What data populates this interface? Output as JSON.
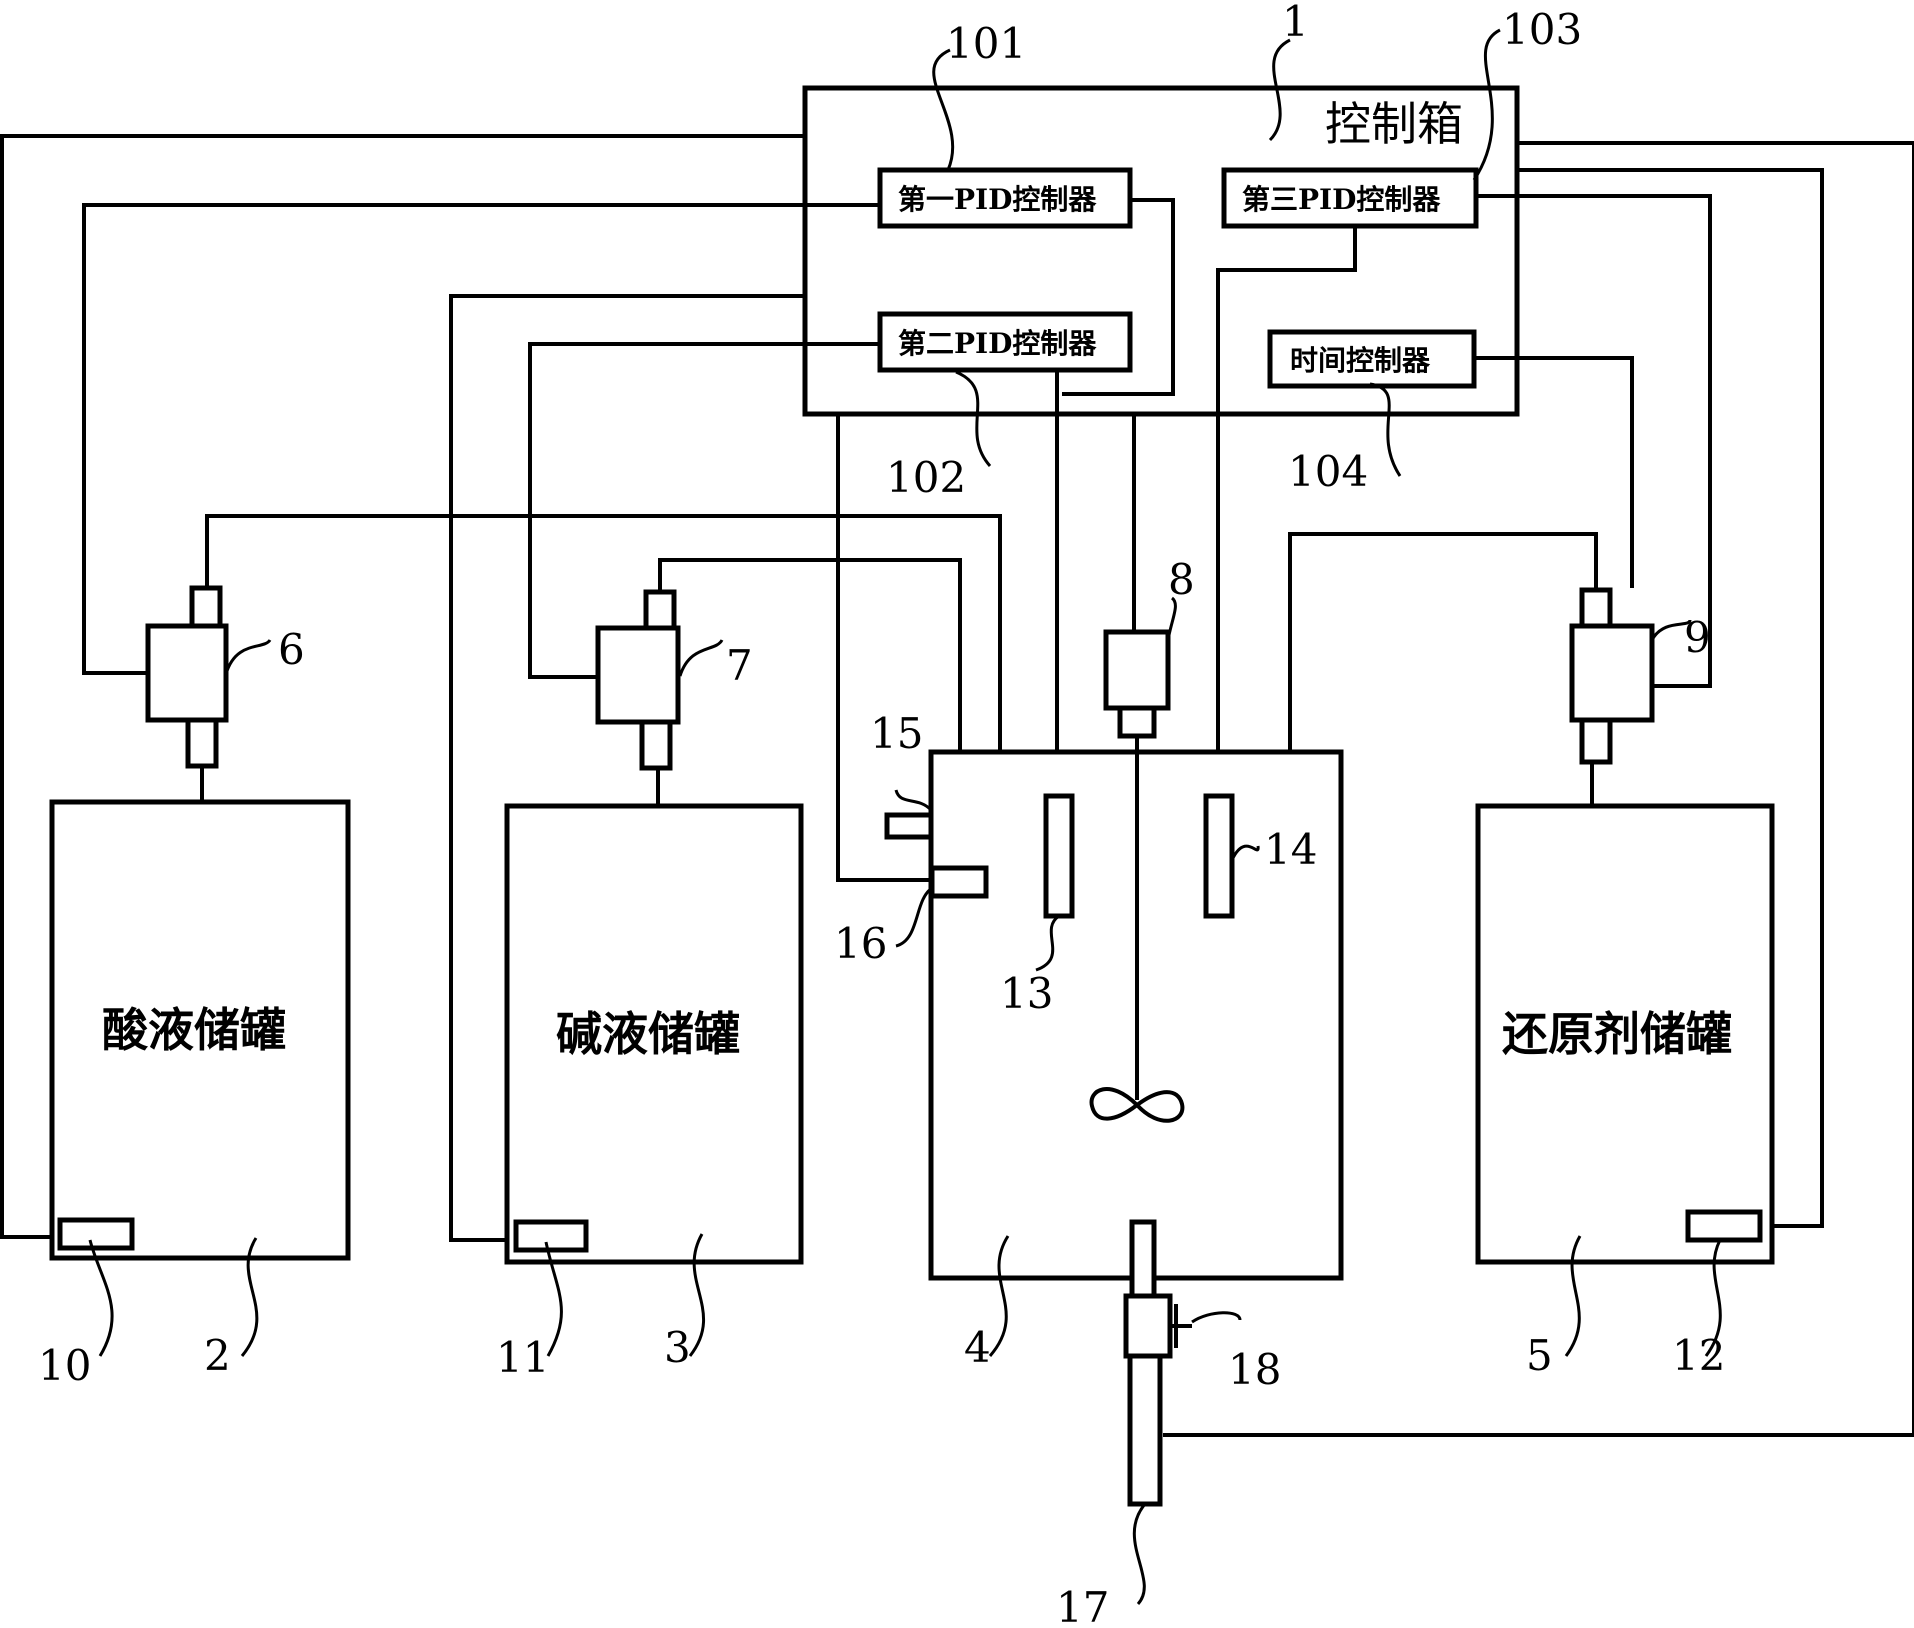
{
  "control_box": {
    "title": "控制箱",
    "ref": "1",
    "controllers": [
      {
        "label": "第一PID控制器",
        "ref": "101"
      },
      {
        "label": "第二PID控制器",
        "ref": "102"
      },
      {
        "label": "第三PID控制器",
        "ref": "103"
      },
      {
        "label": "时间控制器",
        "ref": "104"
      }
    ]
  },
  "tanks": [
    {
      "label": "酸液储罐",
      "ref": "2",
      "sensor_ref": "10"
    },
    {
      "label": "碱液储罐",
      "ref": "3",
      "sensor_ref": "11"
    },
    {
      "label": "还原剂储罐",
      "ref": "5",
      "sensor_ref": "12"
    }
  ],
  "reactor": {
    "ref": "4"
  },
  "pumps": [
    "6",
    "7",
    "9"
  ],
  "motor_ref": "8",
  "probe_refs": [
    "13",
    "14"
  ],
  "port_refs": [
    "15",
    "16"
  ],
  "outlet_ref": "17",
  "valve_ref": "18"
}
